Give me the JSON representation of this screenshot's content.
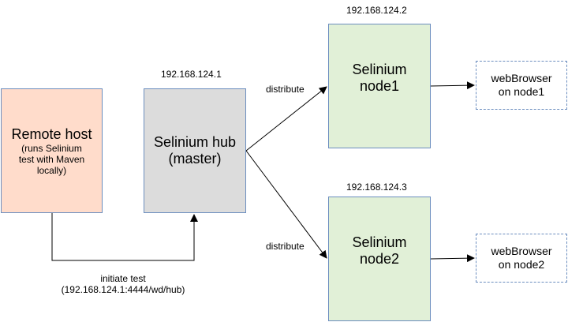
{
  "remote_host": {
    "title": "Remote host",
    "note_lines": [
      "(runs Selinium",
      "test with Maven",
      "locally)"
    ]
  },
  "hub": {
    "ip": "192.168.124.1",
    "lines": [
      "Selinium hub",
      "(master)"
    ]
  },
  "node1": {
    "ip": "192.168.124.2",
    "lines": [
      "Selinium",
      "node1"
    ]
  },
  "node2": {
    "ip": "192.168.124.3",
    "lines": [
      "Selinium",
      "node2"
    ]
  },
  "browser1": {
    "lines": [
      "webBrowser",
      "on node1"
    ]
  },
  "browser2": {
    "lines": [
      "webBrowser",
      "on node2"
    ]
  },
  "edges": {
    "distribute_top": "distribute",
    "distribute_bottom": "distribute",
    "initiate_line1": "initiate test",
    "initiate_line2": "(192.168.124.1:4444/wd/hub)"
  },
  "colors": {
    "remote_fill": "#ffdccb",
    "hub_fill": "#dcdcdc",
    "node_fill": "#e1f0d7",
    "border": "#6c8ebf"
  }
}
